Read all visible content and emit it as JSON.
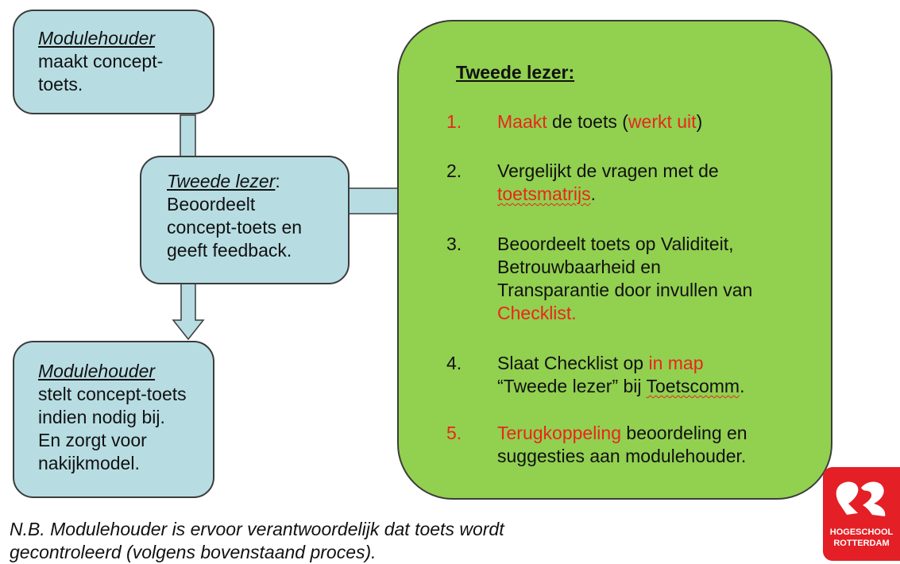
{
  "box1": {
    "role": "Modulehouder",
    "lines": [
      "maakt concept-",
      "toets."
    ]
  },
  "box2": {
    "role": "Tweede lezer",
    "suffix": ":",
    "lines": [
      "Beoordeelt",
      "concept-toets en",
      "geeft feedback."
    ]
  },
  "box3": {
    "role": "Modulehouder",
    "lines": [
      "stelt concept-toets",
      "indien nodig bij.",
      "En zorgt voor",
      "nakijkmodel."
    ]
  },
  "panel": {
    "title": "Tweede lezer:",
    "items": [
      {
        "num": "1.",
        "a": "Maakt",
        "b": " de toets (",
        "c": "werkt uit",
        "d": ")"
      },
      {
        "num": "2.",
        "l1": "Vergelijkt de vragen met de",
        "l2a": "toetsmatrijs",
        "l2b": "."
      },
      {
        "num": "3.",
        "l1": "Beoordeelt toets op Validiteit,",
        "l2": "Betrouwbaarheid en",
        "l3": "Transparantie door invullen van",
        "l4": "Checklist."
      },
      {
        "num": "4.",
        "l1a": "Slaat Checklist op ",
        "l1b": "in map",
        "l2a": "“Tweede lezer” bij ",
        "l2b": "Toetscomm",
        "l2c": "."
      },
      {
        "num": "5.",
        "l1a": "Terugkoppeling",
        "l1b": " beoordeling en",
        "l2": "suggesties aan modulehouder."
      }
    ]
  },
  "note": {
    "line1": "N.B. Modulehouder is ervoor verantwoordelijk dat toets wordt",
    "line2": "gecontroleerd (volgens bovenstaand proces)."
  },
  "logo": {
    "line1": "HOGESCHOOL",
    "line2": "ROTTERDAM"
  },
  "colors": {
    "teal": "#b7dde3",
    "green": "#92d050",
    "red": "#e8261c",
    "logo": "#e41f26"
  }
}
